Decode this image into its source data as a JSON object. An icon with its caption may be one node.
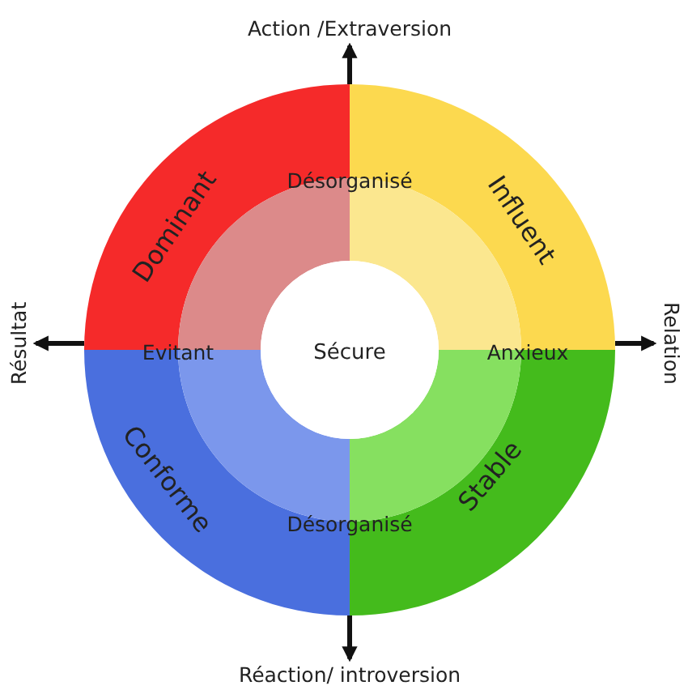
{
  "diagram": {
    "nodes": [
      {
        "text": [
          "Dominant"
        ]
      },
      {
        "text": [
          "Influent"
        ]
      },
      {
        "text": [
          "Conforme"
        ]
      },
      {
        "text": [
          "Stable"
        ]
      },
      {
        "text": [
          "Sécure"
        ]
      },
      {
        "text": [
          "Action /Extraversion"
        ]
      },
      {
        "text": [
          "Résultat"
        ]
      },
      {
        "text": [
          "Relation"
        ]
      },
      {
        "text": [
          "Réaction/ introversion"
        ]
      },
      {
        "text": [],
        "shape": "sector"
      },
      {
        "text": [],
        "shape": "sector"
      },
      {
        "text": [],
        "shape": "sector"
      },
      {
        "text": [],
        "shape": "sector"
      }
    ],
    "edges": [
      {
        "from": 0,
        "to": 5,
        "arrow": "to"
      },
      {
        "from": 0,
        "to": 6,
        "arrow": "to"
      },
      {
        "from": 1,
        "to": 7,
        "arrow": "to"
      },
      {
        "from": 2,
        "to": 8,
        "arrow": "to"
      }
    ],
    "labels": [
      "Désorganisé",
      "Evitant",
      "Anxieux",
      "Désorganisé"
    ]
  }
}
